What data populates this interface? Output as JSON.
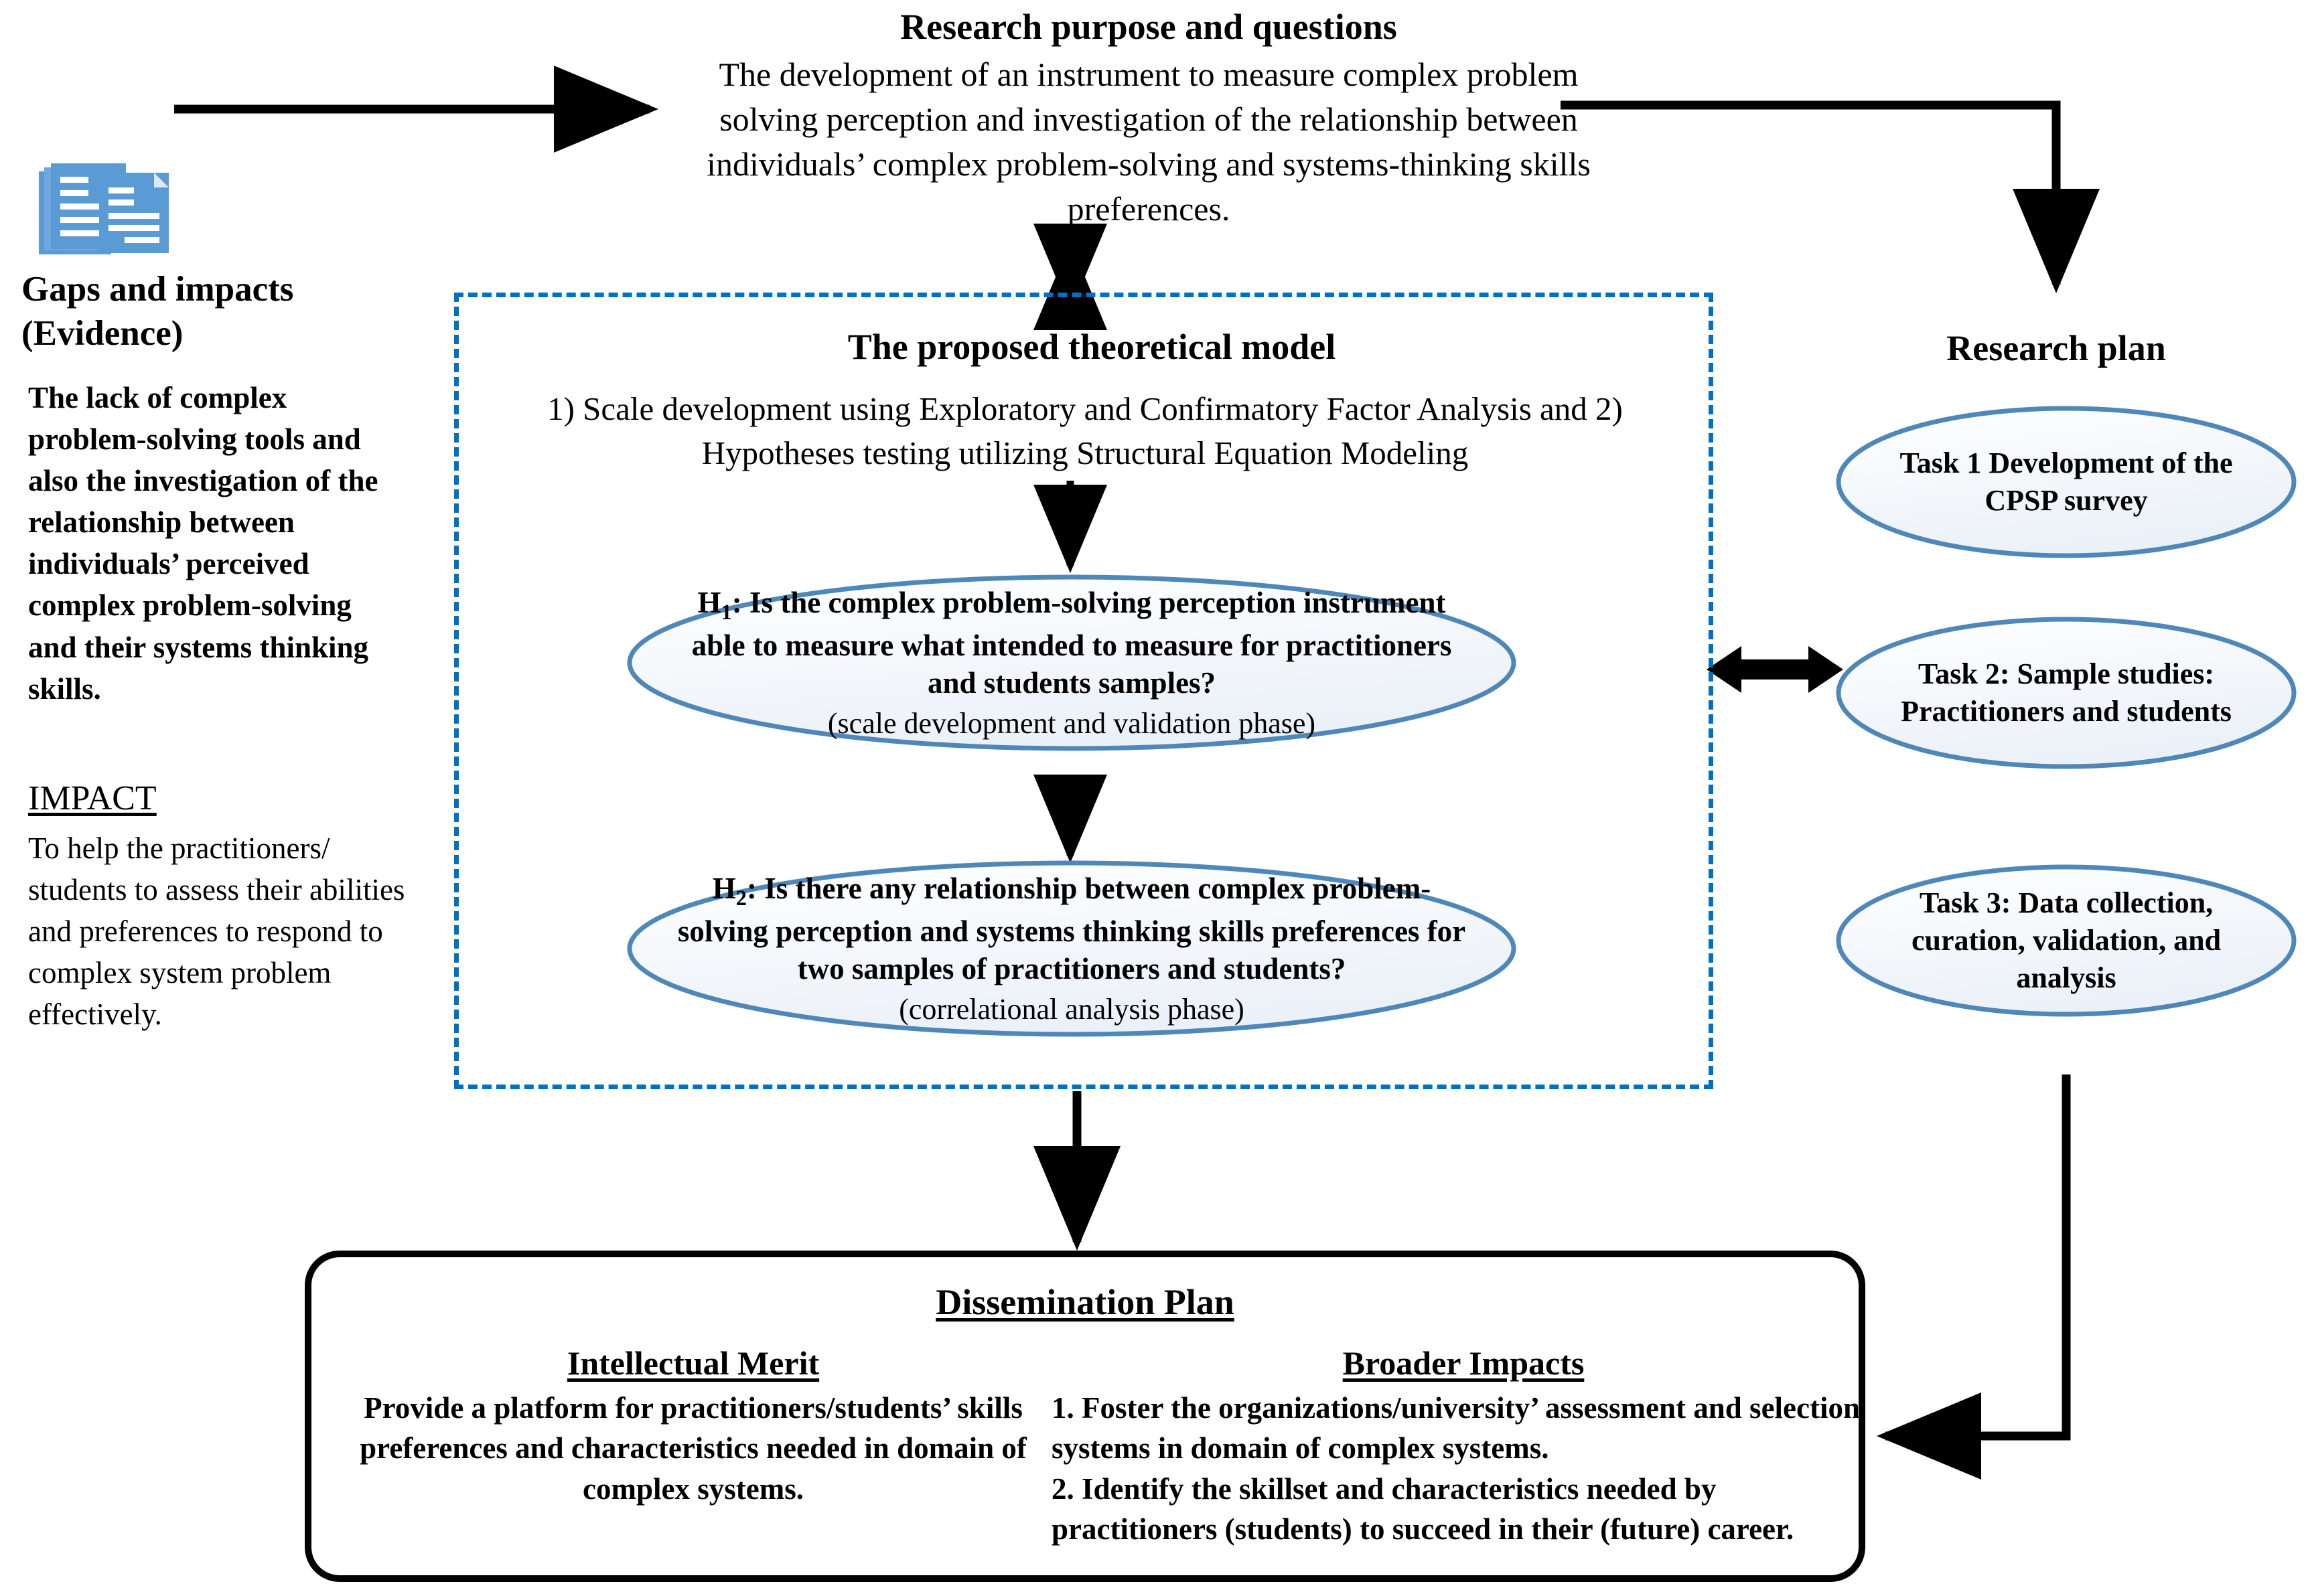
{
  "purpose": {
    "title": "Research purpose and questions",
    "body": "The development of an instrument to measure complex problem solving perception and investigation of the relationship between individuals’ complex problem-solving and systems-thinking skills preferences."
  },
  "gaps": {
    "icon": "documents-icon",
    "title": "Gaps and impacts (Evidence)",
    "body": "The lack of complex problem-solving tools and also the investigation of the relationship between individuals’ perceived complex problem-solving and their systems thinking skills.",
    "impact_title": "IMPACT",
    "impact_body": "To help the practitioners/ students to assess their abilities and preferences to respond to complex system problem effectively."
  },
  "model": {
    "title": "The proposed theoretical model",
    "subtitle": "1) Scale development using Exploratory and Confirmatory Factor Analysis and 2) Hypotheses testing utilizing Structural Equation Modeling",
    "border_color": "#0070C0",
    "hypotheses": [
      {
        "label": "H",
        "index": "1",
        "question": ": Is the complex problem-solving perception instrument able to measure what intended to measure for practitioners and students samples?",
        "phase": "(scale development and validation phase)"
      },
      {
        "label": "H",
        "index": "2",
        "question": ": Is there any relationship between complex problem-solving perception and systems thinking skills preferences for two samples of practitioners and students?",
        "phase": "(correlational analysis phase)"
      }
    ]
  },
  "plan": {
    "title": "Research plan",
    "tasks": [
      {
        "label": "Task 1 Development of the CPSP survey"
      },
      {
        "label": "Task 2: Sample studies: Practitioners and students"
      },
      {
        "label": "Task 3: Data collection, curation, validation, and analysis"
      }
    ]
  },
  "dissemination": {
    "title": "Dissemination Plan",
    "merit_head": "Intellectual Merit",
    "merit_body": "Provide a platform for practitioners/students’ skills preferences and characteristics needed in domain of complex systems.",
    "impacts_head": "Broader Impacts",
    "impacts_items": [
      "1. Foster the organizations/university’ assessment and selection systems in domain of complex systems.",
      "2. Identify the skillset and characteristics needed by practitioners (students) to succeed in their (future) career."
    ]
  },
  "style": {
    "ellipse_stroke": "#4E87B8",
    "ellipse_fill_top": "#FFFFFF",
    "ellipse_fill_bottom": "#EDF2F8",
    "icon_blue": "#5B9BD5",
    "arrow_color": "#000000"
  }
}
